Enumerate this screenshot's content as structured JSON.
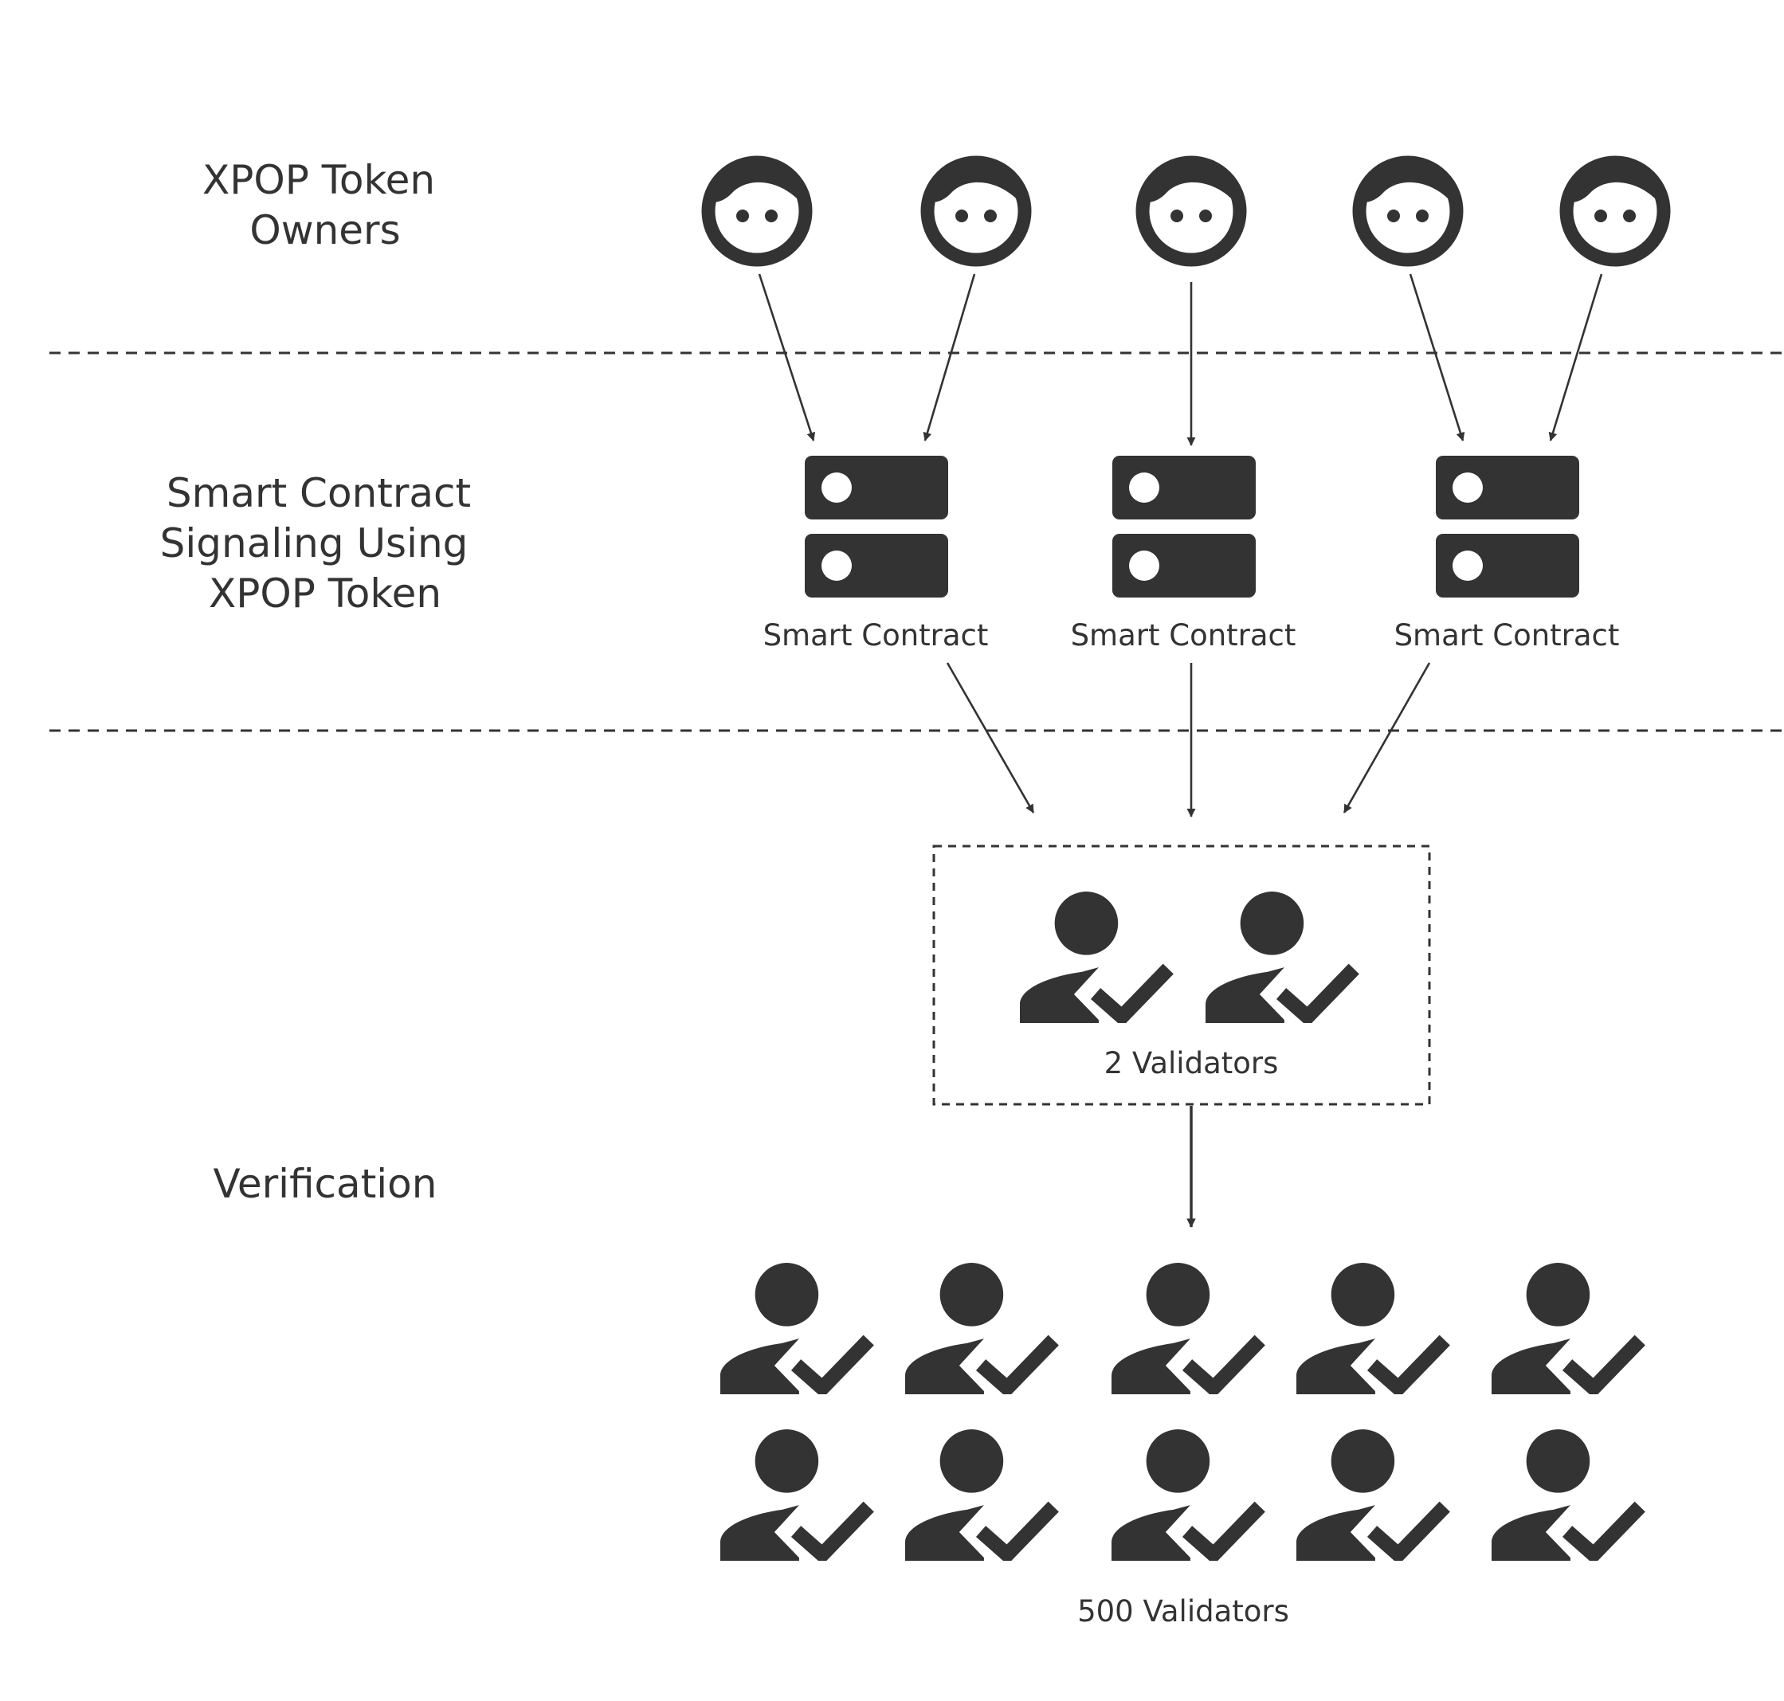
{
  "colors": {
    "ink": "#333333",
    "background": "#ffffff"
  },
  "lanes": {
    "owners": {
      "line1": "XPOP Token",
      "line2": "Owners"
    },
    "signaling": {
      "line1": "Smart Contract",
      "line2": "Signaling Using",
      "line3": "XPOP Token"
    },
    "verification": {
      "label": "Verification"
    }
  },
  "nodes": {
    "owner_icon": "face-icon",
    "contract_icon": "server-icon",
    "contract_label": "Smart Contract",
    "validator_icon": "user-check-icon",
    "committee_label": "2 Validators",
    "network_label": "500 Validators"
  },
  "counts": {
    "owners": 5,
    "contracts": 3,
    "committee_validators": 2,
    "network_validators_shown": 10
  }
}
